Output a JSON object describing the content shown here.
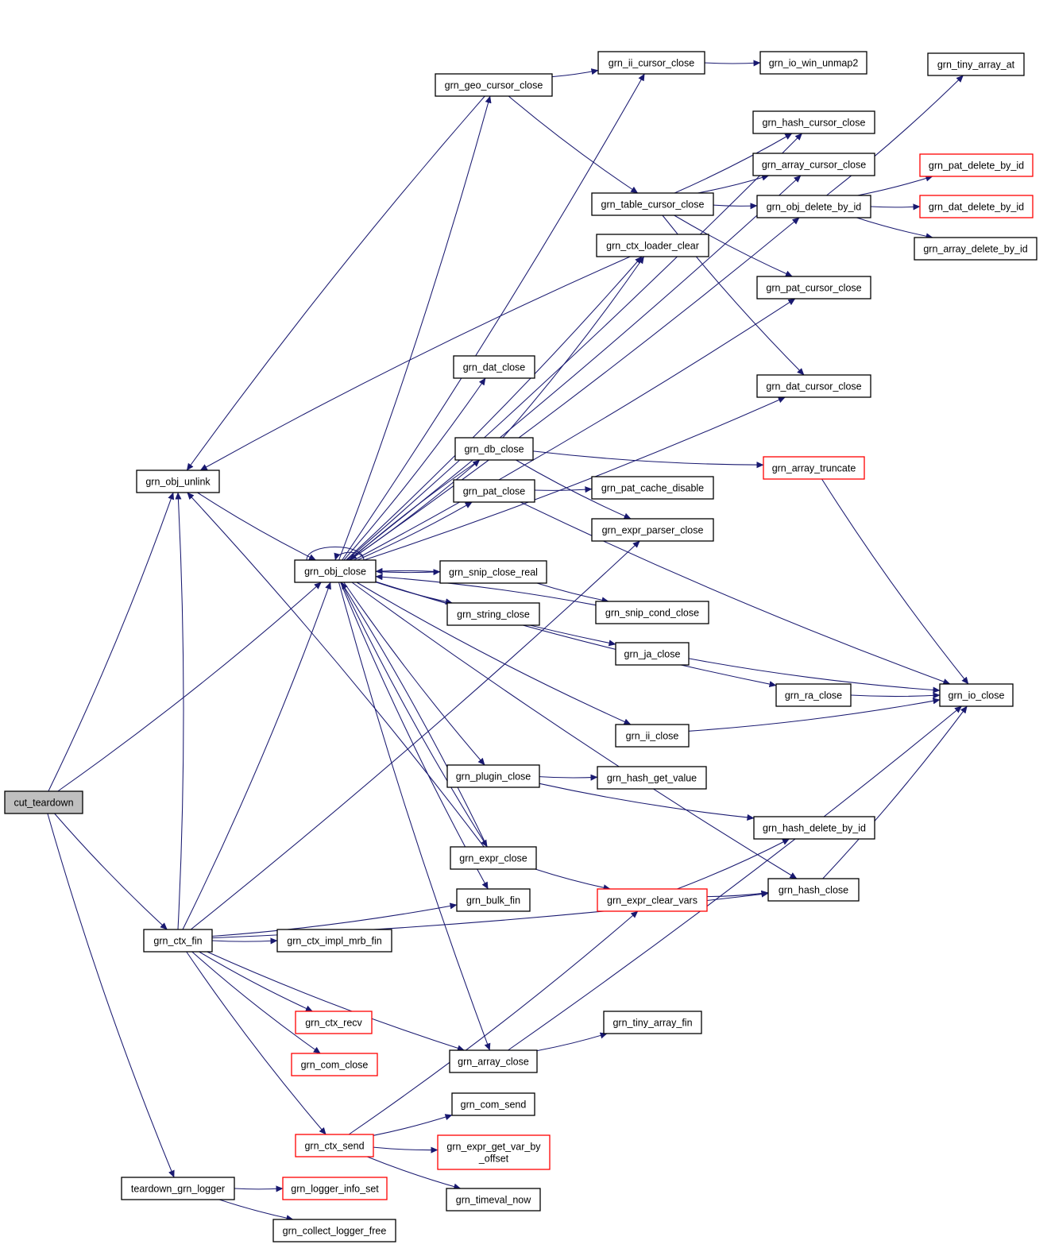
{
  "colors": {
    "edge": "#191970",
    "node_border": "#000000",
    "node_border_incomplete": "#ff0000",
    "root_fill": "#bfbfbf",
    "node_fill": "#ffffff"
  },
  "nodes": [
    {
      "id": "cut_teardown",
      "label": "cut_teardown",
      "style": "root"
    },
    {
      "id": "grn_obj_unlink",
      "label": "grn_obj_unlink"
    },
    {
      "id": "grn_obj_close",
      "label": "grn_obj_close"
    },
    {
      "id": "grn_ctx_fin",
      "label": "grn_ctx_fin"
    },
    {
      "id": "teardown_grn_logger",
      "label": "teardown_grn_logger"
    },
    {
      "id": "grn_geo_cursor_close",
      "label": "grn_geo_cursor_close"
    },
    {
      "id": "grn_ii_cursor_close",
      "label": "grn_ii_cursor_close"
    },
    {
      "id": "grn_io_win_unmap2",
      "label": "grn_io_win_unmap2"
    },
    {
      "id": "grn_tiny_array_at",
      "label": "grn_tiny_array_at"
    },
    {
      "id": "grn_hash_cursor_close",
      "label": "grn_hash_cursor_close"
    },
    {
      "id": "grn_array_cursor_close",
      "label": "grn_array_cursor_close"
    },
    {
      "id": "grn_pat_delete_by_id",
      "label": "grn_pat_delete_by_id",
      "style": "red"
    },
    {
      "id": "grn_table_cursor_close",
      "label": "grn_table_cursor_close"
    },
    {
      "id": "grn_obj_delete_by_id",
      "label": "grn_obj_delete_by_id"
    },
    {
      "id": "grn_dat_delete_by_id",
      "label": "grn_dat_delete_by_id",
      "style": "red"
    },
    {
      "id": "grn_ctx_loader_clear",
      "label": "grn_ctx_loader_clear"
    },
    {
      "id": "grn_array_delete_by_id",
      "label": "grn_array_delete_by_id"
    },
    {
      "id": "grn_pat_cursor_close",
      "label": "grn_pat_cursor_close"
    },
    {
      "id": "grn_dat_close",
      "label": "grn_dat_close"
    },
    {
      "id": "grn_dat_cursor_close",
      "label": "grn_dat_cursor_close"
    },
    {
      "id": "grn_db_close",
      "label": "grn_db_close"
    },
    {
      "id": "grn_array_truncate",
      "label": "grn_array_truncate",
      "style": "red"
    },
    {
      "id": "grn_pat_close",
      "label": "grn_pat_close"
    },
    {
      "id": "grn_pat_cache_disable",
      "label": "grn_pat_cache_disable"
    },
    {
      "id": "grn_expr_parser_close",
      "label": "grn_expr_parser_close"
    },
    {
      "id": "grn_snip_close_real",
      "label": "grn_snip_close_real"
    },
    {
      "id": "grn_string_close",
      "label": "grn_string_close"
    },
    {
      "id": "grn_snip_cond_close",
      "label": "grn_snip_cond_close"
    },
    {
      "id": "grn_ja_close",
      "label": "grn_ja_close"
    },
    {
      "id": "grn_ra_close",
      "label": "grn_ra_close"
    },
    {
      "id": "grn_io_close",
      "label": "grn_io_close"
    },
    {
      "id": "grn_ii_close",
      "label": "grn_ii_close"
    },
    {
      "id": "grn_plugin_close",
      "label": "grn_plugin_close"
    },
    {
      "id": "grn_hash_get_value",
      "label": "grn_hash_get_value"
    },
    {
      "id": "grn_hash_delete_by_id",
      "label": "grn_hash_delete_by_id"
    },
    {
      "id": "grn_expr_close",
      "label": "grn_expr_close"
    },
    {
      "id": "grn_hash_close",
      "label": "grn_hash_close"
    },
    {
      "id": "grn_bulk_fin",
      "label": "grn_bulk_fin"
    },
    {
      "id": "grn_expr_clear_vars",
      "label": "grn_expr_clear_vars",
      "style": "red"
    },
    {
      "id": "grn_ctx_impl_mrb_fin",
      "label": "grn_ctx_impl_mrb_fin"
    },
    {
      "id": "grn_ctx_recv",
      "label": "grn_ctx_recv",
      "style": "red"
    },
    {
      "id": "grn_tiny_array_fin",
      "label": "grn_tiny_array_fin"
    },
    {
      "id": "grn_com_close",
      "label": "grn_com_close",
      "style": "red"
    },
    {
      "id": "grn_array_close",
      "label": "grn_array_close"
    },
    {
      "id": "grn_com_send",
      "label": "grn_com_send"
    },
    {
      "id": "grn_ctx_send",
      "label": "grn_ctx_send",
      "style": "red"
    },
    {
      "id": "grn_expr_get_var_by_offset",
      "label": "grn_expr_get_var_by\n_offset",
      "style": "red"
    },
    {
      "id": "grn_timeval_now",
      "label": "grn_timeval_now"
    },
    {
      "id": "grn_logger_info_set",
      "label": "grn_logger_info_set",
      "style": "red"
    },
    {
      "id": "grn_collect_logger_free",
      "label": "grn_collect_logger_free"
    }
  ],
  "edges": [
    [
      "cut_teardown",
      "grn_obj_unlink"
    ],
    [
      "cut_teardown",
      "grn_obj_close"
    ],
    [
      "cut_teardown",
      "grn_ctx_fin"
    ],
    [
      "cut_teardown",
      "teardown_grn_logger"
    ],
    [
      "grn_obj_unlink",
      "grn_obj_close"
    ],
    [
      "grn_obj_close",
      "grn_obj_close"
    ],
    [
      "grn_obj_close",
      "grn_geo_cursor_close"
    ],
    [
      "grn_obj_close",
      "grn_ii_cursor_close"
    ],
    [
      "grn_obj_close",
      "grn_hash_cursor_close"
    ],
    [
      "grn_obj_close",
      "grn_array_cursor_close"
    ],
    [
      "grn_obj_close",
      "grn_obj_delete_by_id"
    ],
    [
      "grn_obj_close",
      "grn_ctx_loader_clear"
    ],
    [
      "grn_obj_close",
      "grn_pat_cursor_close"
    ],
    [
      "grn_obj_close",
      "grn_dat_close"
    ],
    [
      "grn_obj_close",
      "grn_dat_cursor_close"
    ],
    [
      "grn_obj_close",
      "grn_db_close"
    ],
    [
      "grn_obj_close",
      "grn_pat_close"
    ],
    [
      "grn_obj_close",
      "grn_snip_close_real"
    ],
    [
      "grn_obj_close",
      "grn_string_close"
    ],
    [
      "grn_obj_close",
      "grn_ja_close"
    ],
    [
      "grn_obj_close",
      "grn_ra_close"
    ],
    [
      "grn_obj_close",
      "grn_ii_close"
    ],
    [
      "grn_obj_close",
      "grn_plugin_close"
    ],
    [
      "grn_obj_close",
      "grn_expr_close"
    ],
    [
      "grn_obj_close",
      "grn_hash_close"
    ],
    [
      "grn_obj_close",
      "grn_bulk_fin"
    ],
    [
      "grn_obj_close",
      "grn_array_close"
    ],
    [
      "grn_geo_cursor_close",
      "grn_obj_unlink"
    ],
    [
      "grn_geo_cursor_close",
      "grn_ii_cursor_close"
    ],
    [
      "grn_geo_cursor_close",
      "grn_table_cursor_close"
    ],
    [
      "grn_ii_cursor_close",
      "grn_io_win_unmap2"
    ],
    [
      "grn_table_cursor_close",
      "grn_hash_cursor_close"
    ],
    [
      "grn_table_cursor_close",
      "grn_array_cursor_close"
    ],
    [
      "grn_table_cursor_close",
      "grn_obj_delete_by_id"
    ],
    [
      "grn_table_cursor_close",
      "grn_pat_cursor_close"
    ],
    [
      "grn_table_cursor_close",
      "grn_dat_cursor_close"
    ],
    [
      "grn_obj_delete_by_id",
      "grn_tiny_array_at"
    ],
    [
      "grn_obj_delete_by_id",
      "grn_pat_delete_by_id"
    ],
    [
      "grn_obj_delete_by_id",
      "grn_dat_delete_by_id"
    ],
    [
      "grn_obj_delete_by_id",
      "grn_array_delete_by_id"
    ],
    [
      "grn_ctx_loader_clear",
      "grn_obj_unlink"
    ],
    [
      "grn_db_close",
      "grn_obj_close"
    ],
    [
      "grn_db_close",
      "grn_ctx_loader_clear"
    ],
    [
      "grn_db_close",
      "grn_array_truncate"
    ],
    [
      "grn_db_close",
      "grn_expr_parser_close"
    ],
    [
      "grn_array_truncate",
      "grn_io_close"
    ],
    [
      "grn_pat_close",
      "grn_pat_cache_disable"
    ],
    [
      "grn_pat_close",
      "grn_io_close"
    ],
    [
      "grn_snip_close_real",
      "grn_obj_close"
    ],
    [
      "grn_snip_close_real",
      "grn_snip_cond_close"
    ],
    [
      "grn_snip_cond_close",
      "grn_obj_close"
    ],
    [
      "grn_ja_close",
      "grn_io_close"
    ],
    [
      "grn_ra_close",
      "grn_io_close"
    ],
    [
      "grn_ii_close",
      "grn_io_close"
    ],
    [
      "grn_plugin_close",
      "grn_hash_get_value"
    ],
    [
      "grn_plugin_close",
      "grn_hash_delete_by_id"
    ],
    [
      "grn_expr_close",
      "grn_obj_unlink"
    ],
    [
      "grn_expr_close",
      "grn_obj_close"
    ],
    [
      "grn_expr_close",
      "grn_expr_clear_vars"
    ],
    [
      "grn_expr_clear_vars",
      "grn_hash_delete_by_id"
    ],
    [
      "grn_expr_clear_vars",
      "grn_hash_close"
    ],
    [
      "grn_hash_close",
      "grn_io_close"
    ],
    [
      "grn_ctx_fin",
      "grn_obj_unlink"
    ],
    [
      "grn_ctx_fin",
      "grn_obj_close"
    ],
    [
      "grn_ctx_fin",
      "grn_bulk_fin"
    ],
    [
      "grn_ctx_fin",
      "grn_expr_parser_close"
    ],
    [
      "grn_ctx_fin",
      "grn_ctx_impl_mrb_fin"
    ],
    [
      "grn_ctx_fin",
      "grn_hash_close"
    ],
    [
      "grn_ctx_fin",
      "grn_ctx_recv"
    ],
    [
      "grn_ctx_fin",
      "grn_com_close"
    ],
    [
      "grn_ctx_fin",
      "grn_array_close"
    ],
    [
      "grn_ctx_fin",
      "grn_ctx_send"
    ],
    [
      "grn_array_close",
      "grn_tiny_array_fin"
    ],
    [
      "grn_array_close",
      "grn_io_close"
    ],
    [
      "grn_ctx_send",
      "grn_expr_clear_vars"
    ],
    [
      "grn_ctx_send",
      "grn_com_send"
    ],
    [
      "grn_ctx_send",
      "grn_expr_get_var_by_offset"
    ],
    [
      "grn_ctx_send",
      "grn_timeval_now"
    ],
    [
      "teardown_grn_logger",
      "grn_logger_info_set"
    ],
    [
      "teardown_grn_logger",
      "grn_collect_logger_free"
    ]
  ]
}
